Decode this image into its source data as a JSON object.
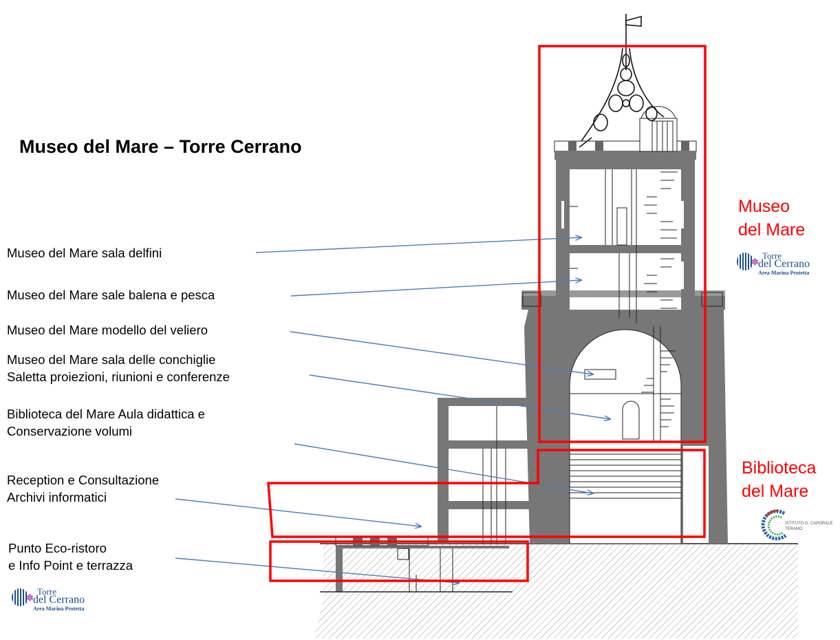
{
  "title": "Museo del Mare – Torre Cerrano",
  "labels": [
    {
      "id": "sala-delfini",
      "lines": [
        "Museo del Mare sala delfini"
      ]
    },
    {
      "id": "balena-pesca",
      "lines": [
        "Museo del Mare sale balena e pesca"
      ]
    },
    {
      "id": "veliero",
      "lines": [
        "Museo del Mare modello del veliero"
      ]
    },
    {
      "id": "conchiglie",
      "lines": [
        "Museo del Mare sala delle conchiglie",
        "Saletta proiezioni, riunioni e conferenze"
      ]
    },
    {
      "id": "biblioteca-aula",
      "lines": [
        "Biblioteca del Mare Aula didattica  e",
        "Conservazione volumi"
      ]
    },
    {
      "id": "reception",
      "lines": [
        "Reception e Consultazione",
        "Archivi informatici"
      ]
    },
    {
      "id": "eco-ristoro",
      "lines": [
        "Punto Eco-ristoro",
        "e Info Point e terrazza"
      ]
    }
  ],
  "zones": {
    "museo": {
      "lines": [
        "Museo",
        "del Mare"
      ]
    },
    "biblioteca": {
      "lines": [
        "Biblioteca",
        "del Mare"
      ]
    }
  },
  "logo_torre": {
    "line1": "Torre",
    "line2": "del Cerrano",
    "line3": "Area Marina Protetta"
  },
  "logo_istituto": {
    "line1": "ISTITUTO G. CAPORALE",
    "line2": "TERAMO"
  },
  "colors": {
    "highlight": "#ff0000",
    "arrow": "#4a7ebb",
    "wall": "#707070",
    "ink": "#1a1a1a"
  }
}
